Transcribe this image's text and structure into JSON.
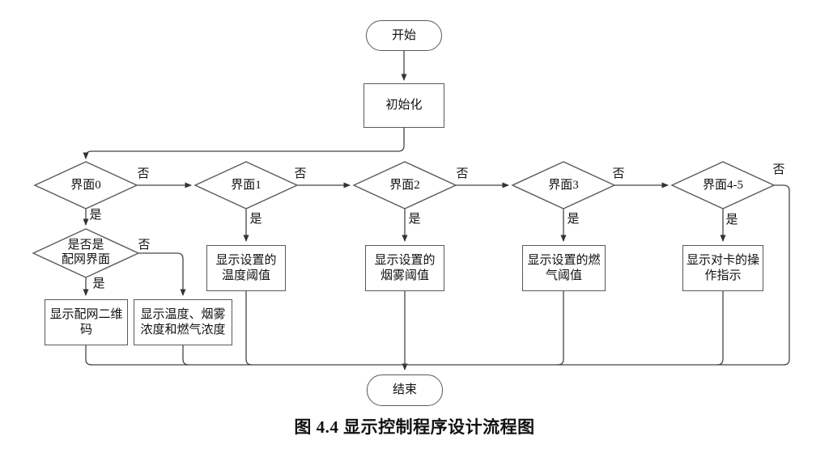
{
  "figure": {
    "caption": "图 4.4 显示控制程序设计流程图"
  },
  "flowchart": {
    "branch": {
      "yes": "是",
      "no": "否"
    },
    "nodes": {
      "start": "开始",
      "init": "初始化",
      "interface0": "界面0",
      "interface1": "界面1",
      "interface2": "界面2",
      "interface3": "界面3",
      "interface45": "界面4-5",
      "is_config_screen": "是否是\n配网界面",
      "show_temp_threshold": "显示设置的\n温度阈值",
      "show_smoke_threshold": "显示设置的\n烟雾阈值",
      "show_gas_threshold": "显示设置的燃\n气阈值",
      "show_card_ops": "显示对卡的操\n作指示",
      "show_qrcode": "显示配网二维\n码",
      "show_readings": "显示温度、烟雾\n浓度和燃气浓度",
      "end": "结束"
    },
    "colors": {
      "line": "#444444",
      "border": "#595959",
      "text": "#111111",
      "background": "#ffffff"
    }
  }
}
